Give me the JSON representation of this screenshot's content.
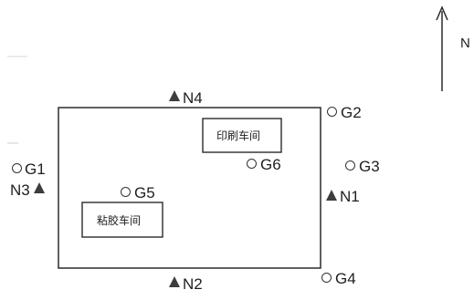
{
  "north": {
    "label": "N"
  },
  "workshops": [
    {
      "id": "printing",
      "label": "印刷车间"
    },
    {
      "id": "gluing",
      "label": "粘胶车间"
    }
  ],
  "gas_points": [
    {
      "id": "G1",
      "label": "G1"
    },
    {
      "id": "G2",
      "label": "G2"
    },
    {
      "id": "G3",
      "label": "G3"
    },
    {
      "id": "G4",
      "label": "G4"
    },
    {
      "id": "G5",
      "label": "G5"
    },
    {
      "id": "G6",
      "label": "G6"
    }
  ],
  "noise_points": [
    {
      "id": "N1",
      "label": "N1"
    },
    {
      "id": "N2",
      "label": "N2"
    },
    {
      "id": "N3",
      "label": "N3"
    },
    {
      "id": "N4",
      "label": "N4"
    }
  ],
  "legend": {
    "gas_symbol": "circle",
    "noise_symbol": "filled-triangle"
  },
  "colors": {
    "line": "#2b2b2b",
    "triangle": "#3d3d3d"
  }
}
